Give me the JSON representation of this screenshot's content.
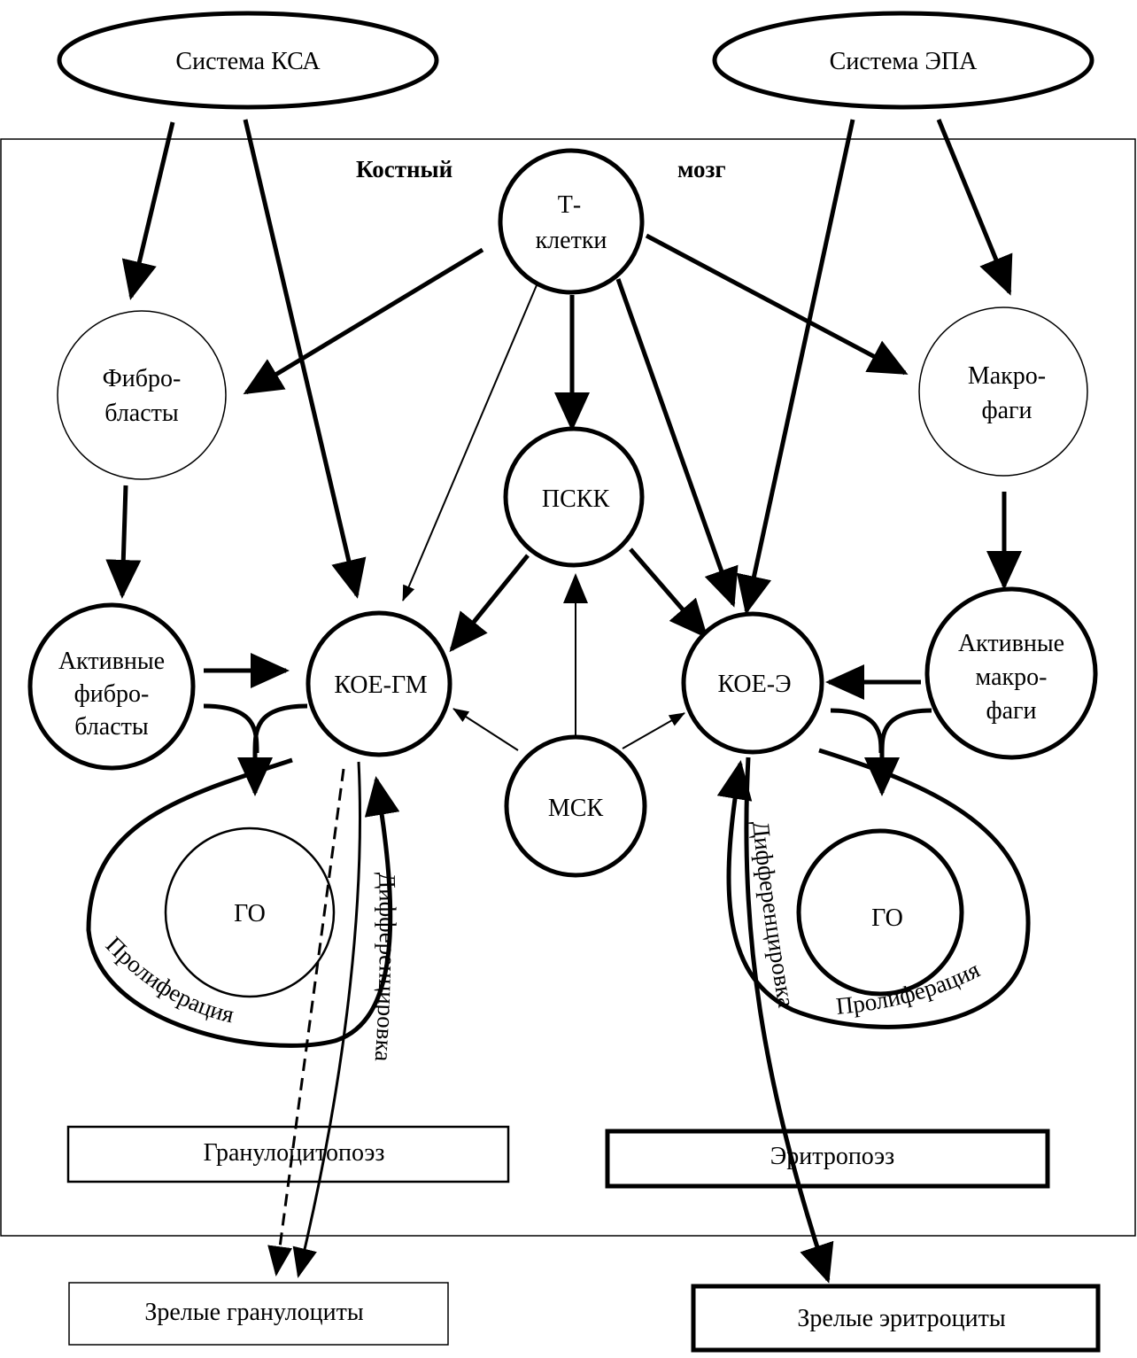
{
  "title_left": "Костный",
  "title_right": "мозг",
  "nodes": {
    "ksa": "Система КСА",
    "epa": "Система ЭПА",
    "tcells_line1": "Т-",
    "tcells_line2": "клетки",
    "fibro_line1": "Фибро-",
    "fibro_line2": "бласты",
    "macro_line1": "Макро-",
    "macro_line2": "фаги",
    "psk": "ПСКК",
    "act_fibro_line1": "Активные",
    "act_fibro_line2": "фибро-",
    "act_fibro_line3": "бласты",
    "koe_gm": "КОЕ-ГМ",
    "koe_e": "КОЕ-Э",
    "act_macro_line1": "Активные",
    "act_macro_line2": "макро-",
    "act_macro_line3": "фаги",
    "msk": "МСК",
    "go_left": "ГО",
    "go_right": "ГО"
  },
  "curved_labels": {
    "prolif_left": "Пролиферация",
    "prolif_right": "Пролиферация",
    "diff_left": "Дифференцировка",
    "diff_right": "Дифференцировка"
  },
  "boxes": {
    "granulo": "Гранулоцитопоэз",
    "erythro": "Эритропоэз",
    "mature_granulo": "Зрелые гранулоциты",
    "mature_erythro": "Зрелые эритроциты"
  },
  "colors": {
    "stroke": "#000000",
    "background": "#ffffff"
  }
}
